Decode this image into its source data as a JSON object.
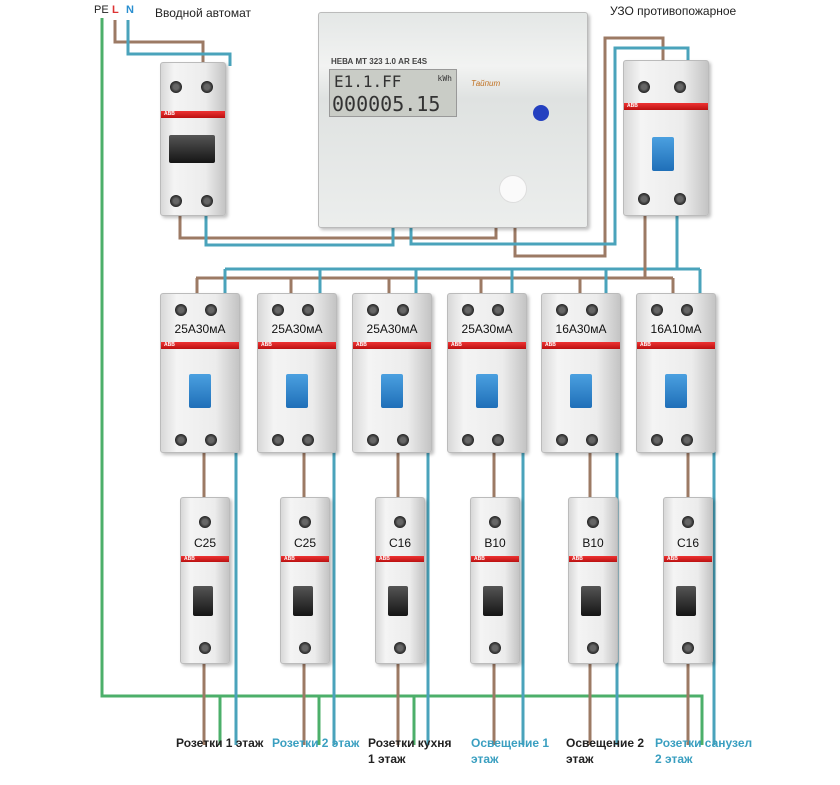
{
  "header": {
    "pe_label": "PE",
    "l_label": "L",
    "n_label": "N",
    "main_breaker_label": "Вводной автомат",
    "fire_rcd_label": "УЗО противопожарное"
  },
  "meter": {
    "model": "НЕВА МТ 323  1.0  AR  E4S",
    "display_top": "E1.1.FF",
    "unit": "kWh",
    "display_value": "000005.15",
    "brand": "Тайпит"
  },
  "brand": "ABB",
  "colors": {
    "phase": "#9c7a64",
    "neutral": "#4aa3bb",
    "earth": "#4caf6a",
    "label_blue": "#3a9fc0"
  },
  "circuits": [
    {
      "rcd": "25A30мА",
      "breaker": "C25",
      "label": "Розетки 1 этаж",
      "label_color": "dark"
    },
    {
      "rcd": "25A30мА",
      "breaker": "C25",
      "label": "Розетки 2 этаж",
      "label_color": "blue"
    },
    {
      "rcd": "25A30мА",
      "breaker": "C16",
      "label": "Розетки кухня 1 этаж",
      "label_color": "dark"
    },
    {
      "rcd": "25A30мА",
      "breaker": "B10",
      "label": "Освещение 1 этаж",
      "label_color": "blue"
    },
    {
      "rcd": "16A30мА",
      "breaker": "B10",
      "label": "Освещение 2 этаж",
      "label_color": "dark"
    },
    {
      "rcd": "16A10мА",
      "breaker": "C16",
      "label": "Розетки санузел 2 этаж",
      "label_color": "blue"
    }
  ]
}
